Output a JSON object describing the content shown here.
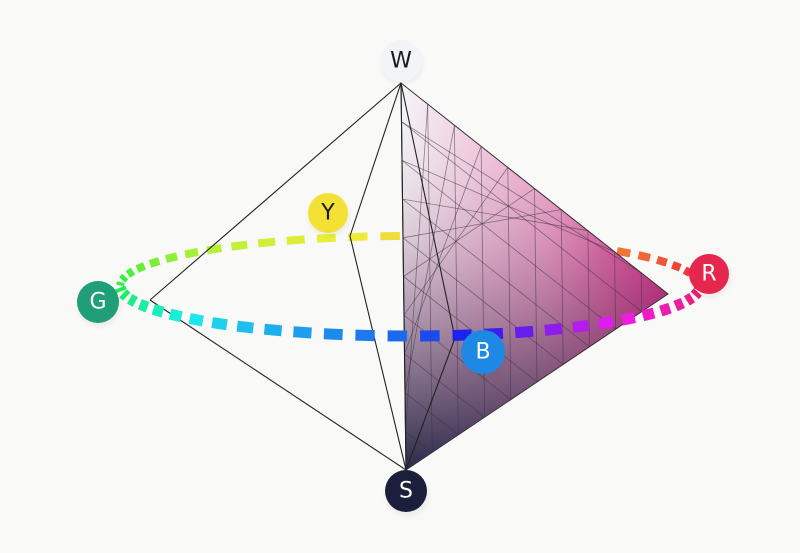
{
  "nodes": {
    "white": {
      "label": "W",
      "fill": "#f2f4f5",
      "text_color": "#1a1a1a"
    },
    "black": {
      "label": "S",
      "fill": "#1b1f3b",
      "text_color": "#ffffff"
    },
    "red": {
      "label": "R",
      "fill": "#e5264d",
      "text_color": "#ffffff"
    },
    "yellow": {
      "label": "Y",
      "fill": "#f3e136",
      "text_color": "#1a1a1a"
    },
    "green": {
      "label": "G",
      "fill": "#1f9e78",
      "text_color": "#ffffff"
    },
    "blue": {
      "label": "B",
      "fill": "#1e88e5",
      "text_color": "#ffffff"
    }
  },
  "colors": {
    "background": "#f9f9f8",
    "edge": "#222222",
    "grid_line": "#3a2f3f",
    "section_tip": "#e0308a",
    "section_white": "#f5f5f7",
    "section_black": "#2b2d45"
  }
}
